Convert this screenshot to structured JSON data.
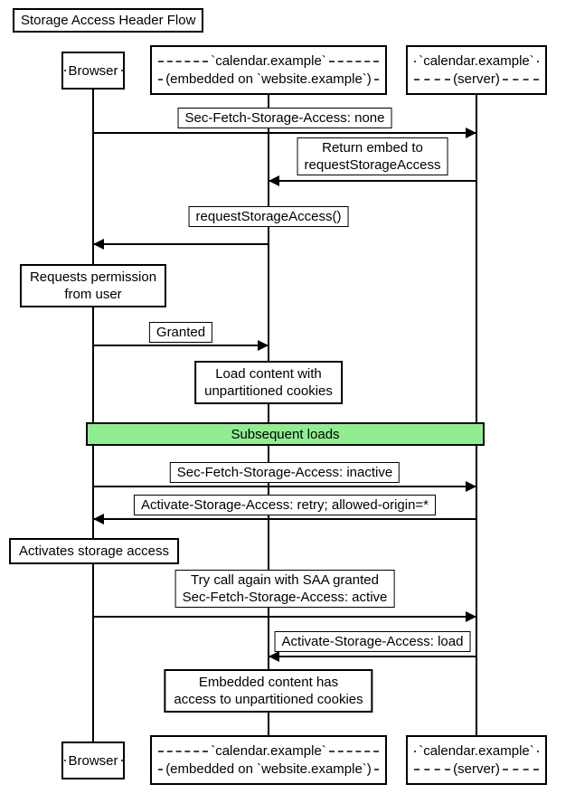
{
  "title": "Storage Access Header Flow",
  "actors": {
    "browser": {
      "lines": [
        "Browser"
      ]
    },
    "embed": {
      "lines": [
        "`calendar.example`",
        "(embedded on `website.example`)"
      ]
    },
    "server": {
      "lines": [
        "`calendar.example`",
        "(server)"
      ]
    }
  },
  "messages": [
    {
      "from": "browser",
      "to": "server",
      "label": "Sec-Fetch-Storage-Access: none"
    },
    {
      "from": "server",
      "to": "embed",
      "label": "Return embed to\nrequestStorageAccess"
    },
    {
      "from": "embed",
      "to": "browser",
      "label": "requestStorageAccess()"
    },
    {
      "from": "browser",
      "to": "embed",
      "label": "Granted"
    },
    {
      "from": "browser",
      "to": "server",
      "label": "Sec-Fetch-Storage-Access: inactive"
    },
    {
      "from": "server",
      "to": "browser",
      "label": "Activate-Storage-Access: retry; allowed-origin=*"
    },
    {
      "from": "browser",
      "to": "server",
      "label": "Try call again with SAA granted\nSec-Fetch-Storage-Access: active"
    },
    {
      "from": "server",
      "to": "embed",
      "label": "Activate-Storage-Access: load"
    }
  ],
  "notes": [
    {
      "over": "browser",
      "label": "Requests permission\nfrom user"
    },
    {
      "over": "embed",
      "label": "Load content with\nunpartitioned cookies"
    },
    {
      "over": "browser",
      "label": "Activates storage access"
    },
    {
      "over": "embed",
      "label": "Embedded content has\naccess to unpartitioned cookies"
    }
  ],
  "divider": {
    "label": "Subsequent loads",
    "fill": "#90ee90"
  },
  "colors": {
    "line": "#000000",
    "background": "#ffffff",
    "box_fill": "#ffffff",
    "divider_fill": "#90ee90"
  }
}
